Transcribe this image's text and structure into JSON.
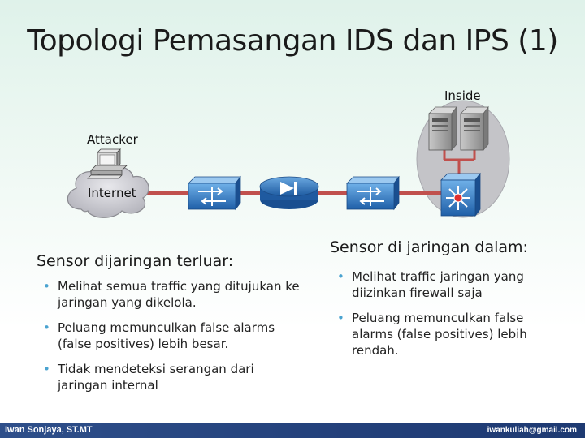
{
  "title": "Topologi Pemasangan IDS dan IPS (1)",
  "diagram": {
    "inside_label": "Inside",
    "attacker_label": "Attacker",
    "internet_label": "Internet"
  },
  "left": {
    "heading": "Sensor dijaringan terluar:",
    "bullets": [
      "Melihat semua traffic yang ditujukan ke jaringan yang dikelola.",
      "Peluang memunculkan false alarms (false positives) lebih besar.",
      "Tidak mendeteksi serangan dari jaringan internal"
    ]
  },
  "right": {
    "heading": "Sensor di jaringan dalam:",
    "bullets": [
      "Melihat traffic jaringan yang diizinkan firewall saja",
      "Peluang memunculkan false alarms (false positives) lebih rendah."
    ]
  },
  "footer": {
    "author": "Iwan Sonjaya, ST.MT",
    "email": "iwankuliah@gmail.com"
  },
  "colors": {
    "link": "#c0504d",
    "device_blue": "#2f6fb5",
    "bullet": "#4aa3d0",
    "footer_bg": "#23407a"
  }
}
